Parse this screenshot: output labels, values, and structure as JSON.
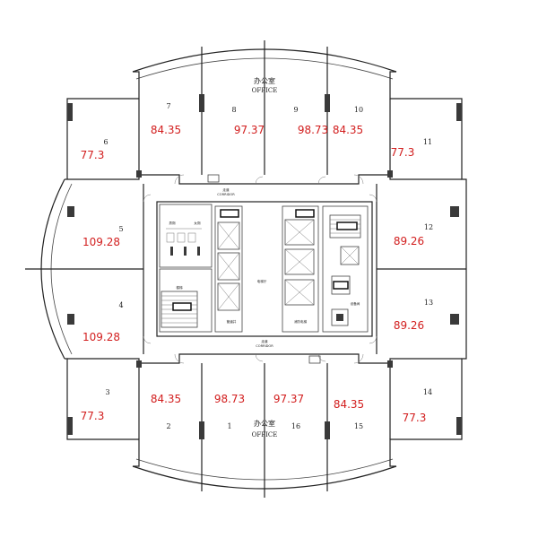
{
  "office_labels": {
    "cn": "办公室",
    "en": "OFFICE"
  },
  "units": [
    {
      "no": "1",
      "area": "98.73"
    },
    {
      "no": "2",
      "area": "84.35"
    },
    {
      "no": "3",
      "area": "77.3"
    },
    {
      "no": "4",
      "area": "109.28"
    },
    {
      "no": "5",
      "area": "109.28"
    },
    {
      "no": "6",
      "area": "77.3"
    },
    {
      "no": "7",
      "area": "84.35"
    },
    {
      "no": "8",
      "area": "97.37"
    },
    {
      "no": "9",
      "area": "98.73"
    },
    {
      "no": "10",
      "area": "84.35"
    },
    {
      "no": "11",
      "area": "77.3"
    },
    {
      "no": "12",
      "area": "89.26"
    },
    {
      "no": "13",
      "area": "89.26"
    },
    {
      "no": "14",
      "area": "77.3"
    },
    {
      "no": "15",
      "area": "84.35"
    },
    {
      "no": "16",
      "area": "97.37"
    }
  ],
  "core": {
    "corridor_top": "走道",
    "corridor_top_en": "CORRIDOR",
    "corridor_bottom": "走道",
    "corridor_bottom_en": "CORRIDOR",
    "lift_lobby": "电梯厅",
    "toilet_m": "男厕",
    "toilet_f": "女厕",
    "stair": "楼梯",
    "shaft": "管道井",
    "fire_lift": "消防电梯",
    "equipment": "设备间"
  }
}
